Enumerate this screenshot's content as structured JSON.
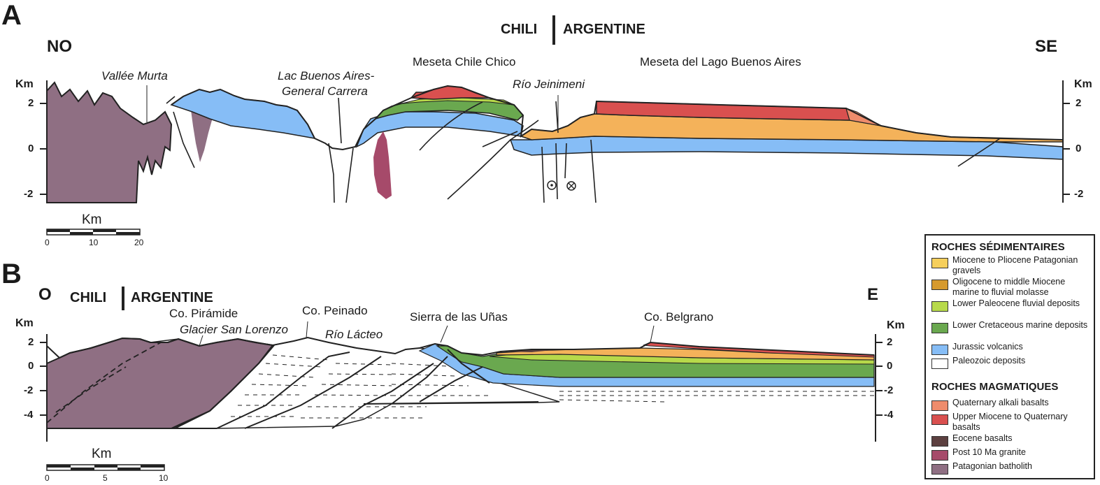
{
  "colors": {
    "batholith": "#8f6f83",
    "granite": "#a64a6a",
    "jurassic": "#86bdf6",
    "paleozoic": "#ffffff",
    "lower_cretaceous": "#6aa84f",
    "lower_paleocene": "#b7d94a",
    "oligocene_miocene": "#e0a43a",
    "miocene_pliocene": "#f4b25a",
    "eocene": "#5c4040",
    "upper_miocene_basalt": "#d9504f",
    "quaternary_basalt": "#ee8c6c"
  },
  "section_a": {
    "letter": "A",
    "left_dir": "NO",
    "right_dir": "SE",
    "country_left": "CHILI",
    "country_right": "ARGENTINE",
    "place_valle": "Vallée Murta",
    "place_lac_1": "Lac Buenos Aires-",
    "place_lac_2": "General Carrera",
    "place_chile_chico": "Meseta Chile Chico",
    "place_jeinimeni": "Río Jeinimeni",
    "place_lago": "Meseta del Lago Buenos Aires",
    "axis_unit": "Km",
    "ticks": [
      "2",
      "0",
      "-2"
    ],
    "scale_title": "Km",
    "scale_ticks": [
      "0",
      "10",
      "20"
    ]
  },
  "section_b": {
    "letter": "B",
    "left_dir": "O",
    "right_dir": "E",
    "country_left": "CHILI",
    "country_right": "ARGENTINE",
    "place_piramide": "Co. Pirámide",
    "place_glacier": "Glacier San Lorenzo",
    "place_peinado": "Co. Peinado",
    "place_lacteo": "Río Lácteo",
    "place_sierra": "Sierra de las Uñas",
    "place_belgrano": "Co. Belgrano",
    "axis_unit": "Km",
    "ticks": [
      "2",
      "0",
      "-2",
      "-4"
    ],
    "scale_title": "Km",
    "scale_ticks": [
      "0",
      "5",
      "10"
    ]
  },
  "legend": {
    "sedimentary_title": "ROCHES SÉDIMENTAIRES",
    "magmatic_title": "ROCHES MAGMATIQUES",
    "sedimentary": [
      {
        "label": "Miocene to Pliocene Patagonian gravels",
        "color": "#f6cf5c"
      },
      {
        "label": "Oligocene to middle Miocene marine to fluvial molasse",
        "color": "#d69a2e"
      },
      {
        "label": "Lower Paleocene fluvial deposits",
        "color": "#b7d94a"
      },
      {
        "label": "Lower Cretaceous marine deposits",
        "color": "#6aa84f"
      },
      {
        "label": "Jurassic volcanics",
        "color": "#86bdf6"
      },
      {
        "label": "Paleozoic deposits",
        "color": "#ffffff"
      }
    ],
    "magmatic": [
      {
        "label": "Quaternary alkali basalts",
        "color": "#ee8c6c"
      },
      {
        "label": "Upper Miocene to Quaternary basalts",
        "color": "#d9504f"
      },
      {
        "label": "Eocene basalts",
        "color": "#5c4040"
      },
      {
        "label": "Post 10 Ma granite",
        "color": "#a64a6a"
      },
      {
        "label": "Patagonian batholith",
        "color": "#8f6f83"
      }
    ]
  }
}
